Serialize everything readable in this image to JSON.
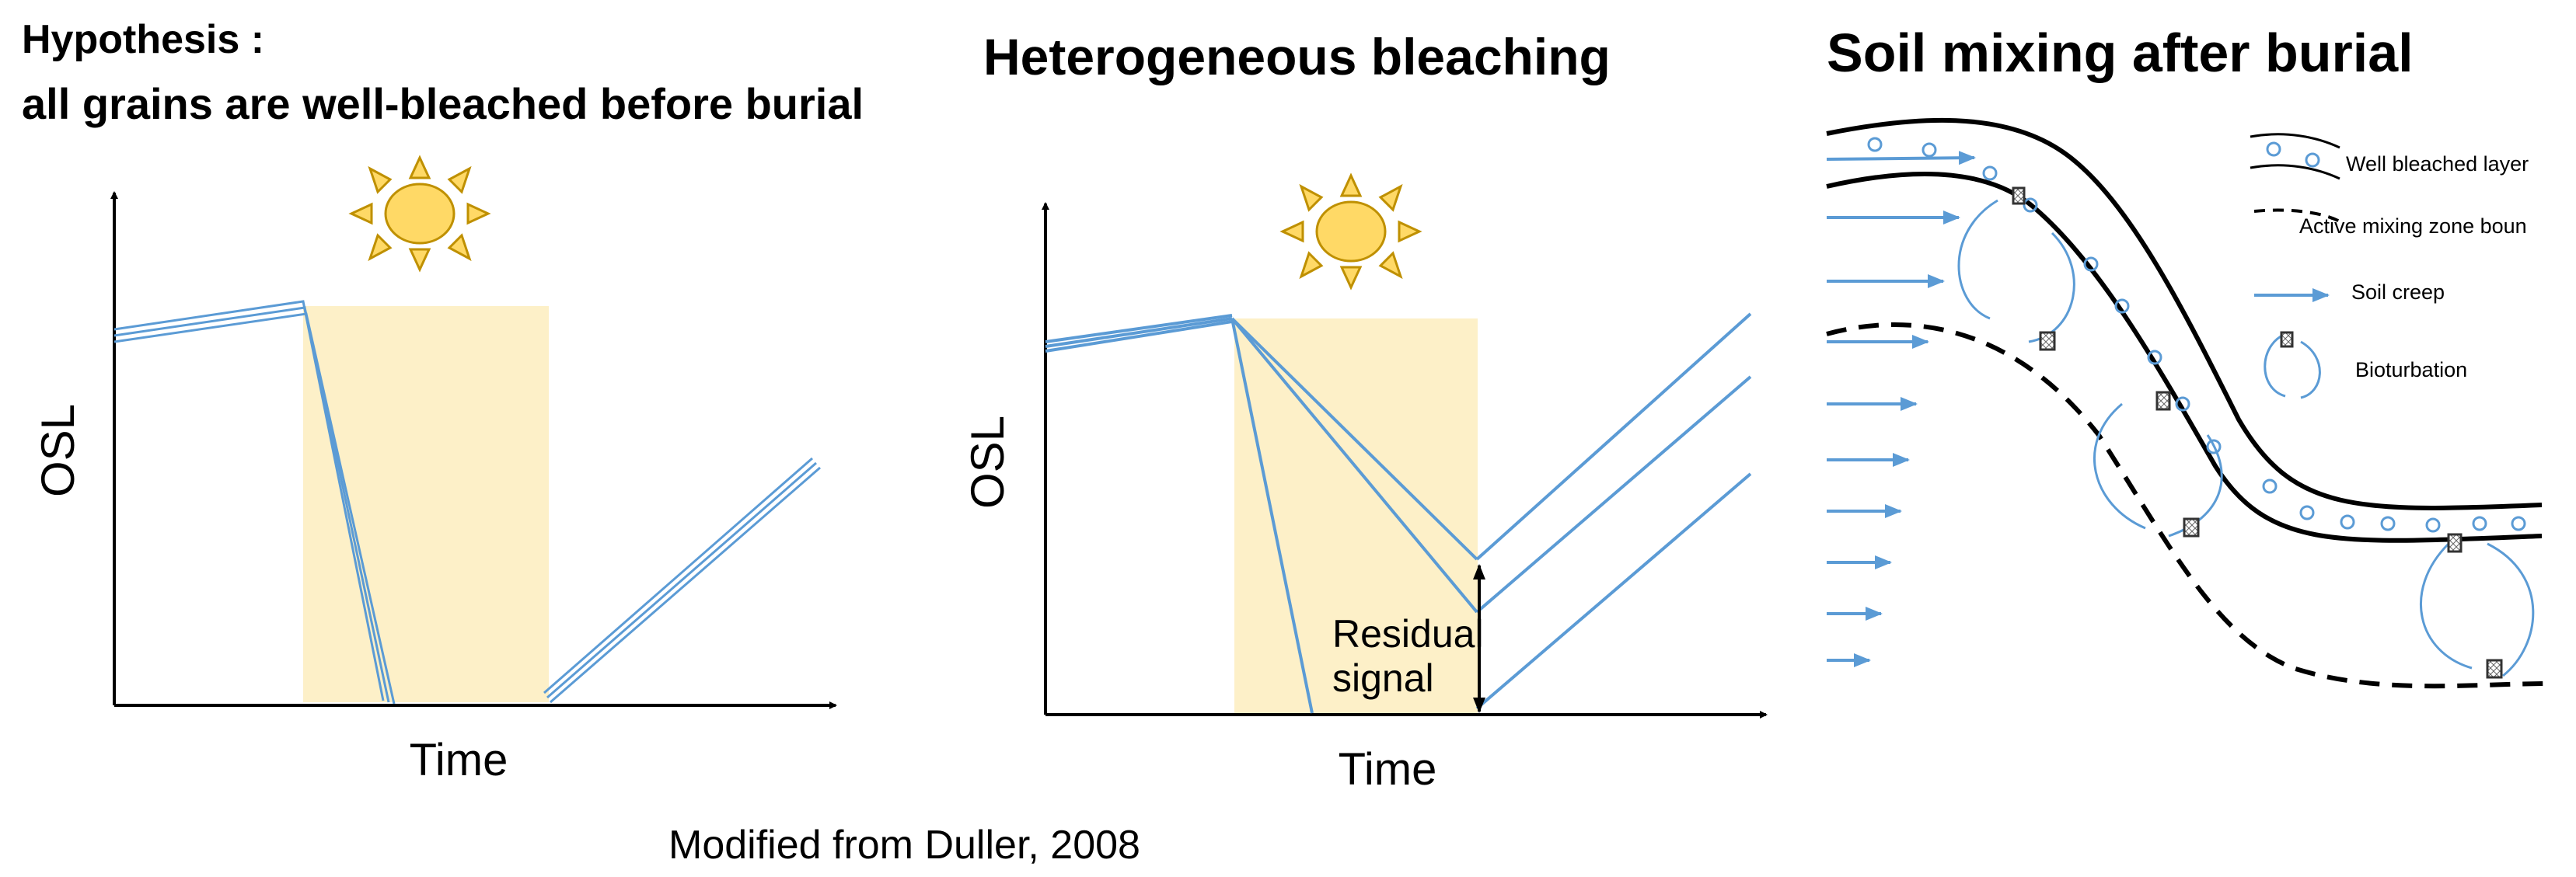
{
  "panel1": {
    "title_line1": "Hypothesis :",
    "title_line2": "all grains are well-bleached before burial",
    "ylabel": "OSL",
    "xlabel": "Time"
  },
  "panel2": {
    "title": "Heterogeneous bleaching",
    "ylabel": "OSL",
    "xlabel": "Time",
    "annotation_line1": "Residual",
    "annotation_line2": "signal"
  },
  "panel3": {
    "title": "Soil mixing after burial",
    "legend": {
      "well_bleached": "Well bleached layer",
      "mixing_zone": "Active mixing zone boun",
      "soil_creep": "Soil creep",
      "bioturbation": "Bioturbation"
    }
  },
  "caption": "Modified from Duller, 2008",
  "colors": {
    "line_blue": "#5b9bd5",
    "sun_fill": "#ffd966",
    "sun_stroke": "#bf9000",
    "exposure_band": "#fdf0c8",
    "axis": "#000000"
  },
  "icons": [
    "sun-icon",
    "bleached-grain-icon",
    "bioturbation-arrow-icon"
  ]
}
